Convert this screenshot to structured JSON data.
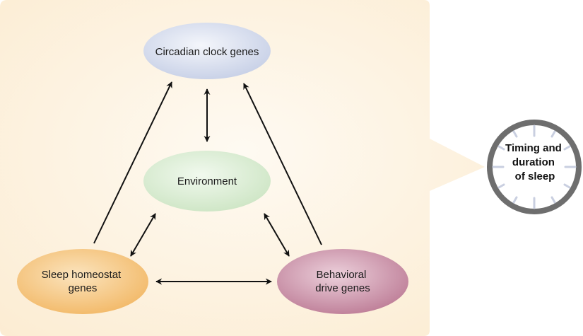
{
  "colors": {
    "panel": "#fdf1dc",
    "clock_node": "#d6dced",
    "environment_node": "#d9ecd3",
    "homeostat_node": "#f4c680",
    "behavioral_node": "#c98fa6",
    "arrow": "#111111",
    "clock_face_ring": "#6e6e6e"
  },
  "nodes": {
    "circadian": {
      "lines": [
        "Circadian clock genes"
      ]
    },
    "environment": {
      "lines": [
        "Environment"
      ]
    },
    "homeostat": {
      "lines": [
        "Sleep homeostat",
        "genes"
      ]
    },
    "behavioral": {
      "lines": [
        "Behavioral",
        "drive genes"
      ]
    }
  },
  "outcome": {
    "lines": [
      "Timing and",
      "duration",
      "of sleep"
    ],
    "icon": "clock-icon"
  },
  "edges": [
    {
      "from": "homeostat",
      "to": "circadian",
      "direction": "forward"
    },
    {
      "from": "behavioral",
      "to": "circadian",
      "direction": "forward"
    },
    {
      "from": "environment",
      "to": "circadian",
      "direction": "both"
    },
    {
      "from": "environment",
      "to": "homeostat",
      "direction": "both"
    },
    {
      "from": "environment",
      "to": "behavioral",
      "direction": "both"
    },
    {
      "from": "homeostat",
      "to": "behavioral",
      "direction": "both"
    }
  ]
}
